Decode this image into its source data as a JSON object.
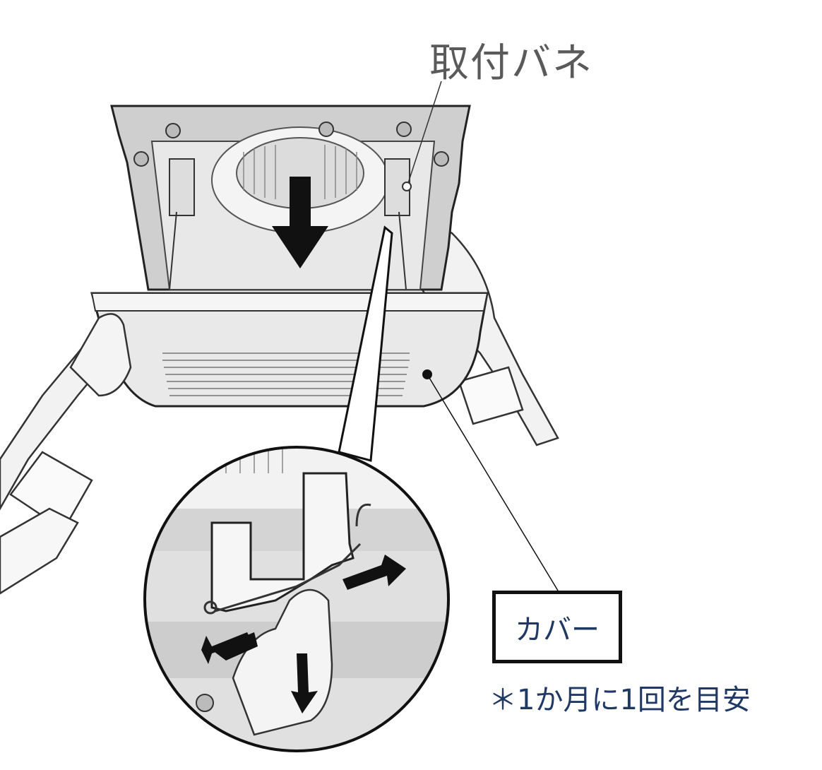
{
  "labels": {
    "spring": "取付バネ",
    "cover": "カバー",
    "note": "＊1か月に1回を目安"
  },
  "colors": {
    "label_text": "#1f3864",
    "spring_label": "#5a5a5a"
  }
}
